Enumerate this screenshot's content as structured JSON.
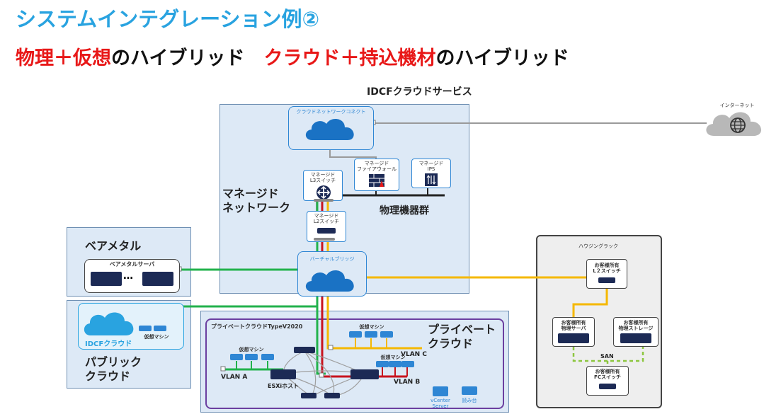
{
  "header": {
    "title": "システムインテグレーション例②",
    "subtitle_part1": "物理＋仮想",
    "subtitle_part2": "のハイブリッド　",
    "subtitle_part3": "クラウド＋持込機材",
    "subtitle_part4": "のハイブリッド"
  },
  "idcf": {
    "label": "IDCFクラウドサービス",
    "cloud_network_connect": "クラウドネットワークコネクト",
    "managed_network": "マネージド\nネットワーク",
    "managed_l3": "マネージド\nL3スイッチ",
    "managed_fw": "マネージド\nファイアウォール",
    "managed_ips": "マネージド\nIPS",
    "physical_group": "物理機器群",
    "managed_l2": "マネージド\nL2スイッチ",
    "virtual_bridge": "バーチャルブリッジ"
  },
  "internet": {
    "label": "インターネット"
  },
  "baremetal": {
    "title": "ベアメタル",
    "server_label": "ベアメタルサーバ",
    "dots": "…"
  },
  "public_cloud": {
    "title": "パブリック\nクラウド",
    "cloud_label": "IDCFクラウド",
    "vm_label": "仮想マシン"
  },
  "private_cloud": {
    "area_label": "プライベートクラウドTypeV2020",
    "title": "プライベート\nクラウド",
    "vm_a": "仮想マシン",
    "vm_c": "仮想マシン",
    "vm_b": "仮想マシン",
    "vlan_a": "VLAN A",
    "vlan_b": "VLAN B",
    "vlan_c": "VLAN C",
    "esxi": "ESXiホスト",
    "vcenter": "vCenter\nServer",
    "readonly": "読み台"
  },
  "housing": {
    "title": "ハウジングラック",
    "l2": "お客様所有\nL２スイッチ",
    "server": "お客様所有\n物理サーバ",
    "storage": "お客様所有\n物理ストレージ",
    "san": "SAN",
    "fc": "お客様所有\nFCスイッチ"
  },
  "colors": {
    "title_blue": "#29a3e0",
    "accent_red": "#e81818",
    "link_green": "#22b24c",
    "link_yellow": "#f5b800",
    "link_red": "#c8141e",
    "link_gray": "#9a9a9a",
    "san_green": "#8cc63f",
    "panel_blue": "#dde9f6",
    "private_purple": "#6b3fa0"
  }
}
